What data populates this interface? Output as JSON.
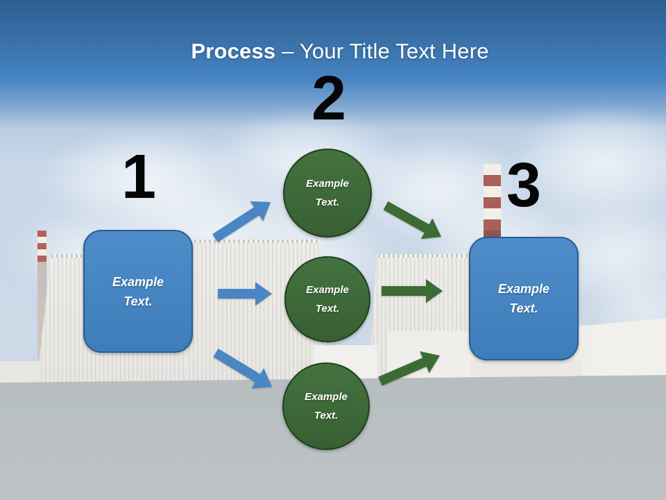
{
  "title": {
    "emphasis": "Process",
    "rest": " – Your Title Text Here"
  },
  "numbers": [
    "1",
    "2",
    "3"
  ],
  "left_box": {
    "line1": "Example",
    "line2": "Text."
  },
  "right_box": {
    "line1": "Example",
    "line2": "Text."
  },
  "circles": [
    {
      "line1": "Example",
      "line2": "Text."
    },
    {
      "line1": "Example",
      "line2": "Text."
    },
    {
      "line1": "Example",
      "line2": "Text."
    }
  ],
  "colors": {
    "header_gradient_top": "#2d5e91",
    "header_gradient_mid": "#4583c3",
    "sky": "#c9d8e8",
    "ground": "#b9c0c2",
    "box_fill": "#4484c4",
    "box_border": "#2a5c8f",
    "circle_fill": "#3e6b3a",
    "circle_border": "#203f1f",
    "arrow_blue": "#4a86c4",
    "arrow_green": "#3d6b35",
    "number_color": "#060606",
    "title_color": "#ffffff"
  }
}
